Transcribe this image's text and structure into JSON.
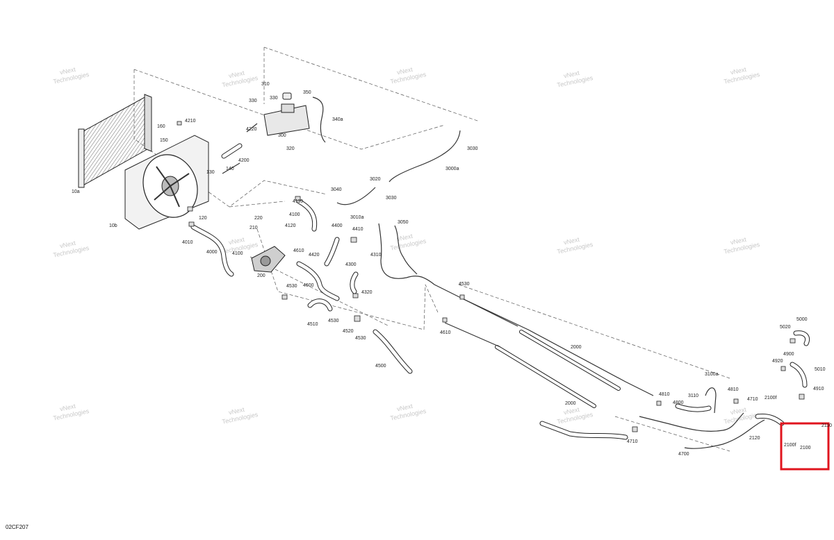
{
  "diagram_code": "02CF207",
  "watermark": [
    "vNext",
    "Technologies"
  ],
  "highlight_color": "#e0141e",
  "labels": [
    "10a",
    "10b",
    "160",
    "150",
    "4210",
    "130",
    "140",
    "120",
    "4010",
    "4000",
    "310",
    "330",
    "330",
    "350",
    "340a",
    "300",
    "4220",
    "320",
    "4200",
    "3030",
    "3000a",
    "3020",
    "3030",
    "3040",
    "3010a",
    "4110",
    "4100",
    "220",
    "210",
    "4120",
    "4400",
    "4410",
    "4610",
    "4420",
    "4300",
    "4310",
    "3050",
    "4100",
    "200",
    "4530",
    "4600",
    "4320",
    "4510",
    "4530",
    "4520",
    "4530",
    "4610",
    "4530",
    "4500",
    "2000",
    "2000",
    "4810",
    "4800",
    "3110",
    "3100a",
    "4810",
    "4710",
    "2100f",
    "4710",
    "4700",
    "2120",
    "2100f",
    "2100",
    "2110",
    "5020",
    "5000",
    "4920",
    "4900",
    "5010",
    "4910"
  ]
}
